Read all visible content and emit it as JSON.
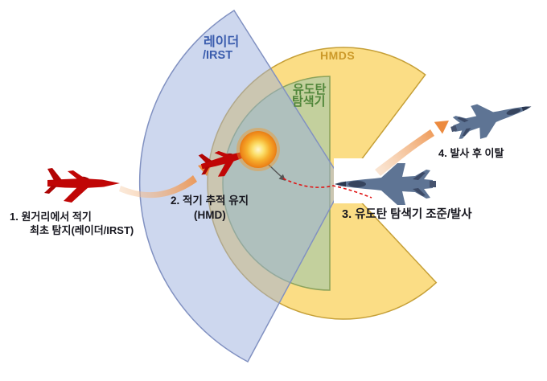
{
  "sectors": {
    "radar_irst": {
      "line1": "레이더",
      "line2": "/IRST"
    },
    "hmds": {
      "label": "HMDS"
    },
    "seeker": {
      "line1": "유도탄",
      "line2": "탐색기"
    }
  },
  "steps": [
    {
      "line1": "1.   원거리에서 적기",
      "line2": "최초 탐지(레이더/IRST)"
    },
    {
      "line1": "2. 적기 추적 유지",
      "line2": "(HMD)"
    },
    {
      "line1": "3. 유도탄 탐색기 조준/발사"
    },
    {
      "line1": "4. 발사 후 이탈"
    }
  ],
  "colors": {
    "radar_fill": "#9cb0dd",
    "radar_border": "#8191c1",
    "radar_text": "#3a5cad",
    "hmds_fill": "#fbdc80",
    "hmds_border": "#c6a038",
    "hmds_text": "#cc9929",
    "seeker_fill": "#c0cf9e",
    "seeker_border": "#8ba25b",
    "seeker_text": "#4f8539",
    "step_text": "#17171f",
    "enemy_aircraft": "#c00606",
    "friendly_aircraft": "#5e7494",
    "launch_arrow": "#ec8a3e",
    "missile_path": "#e01414",
    "seeker_los_line": "#555555"
  }
}
